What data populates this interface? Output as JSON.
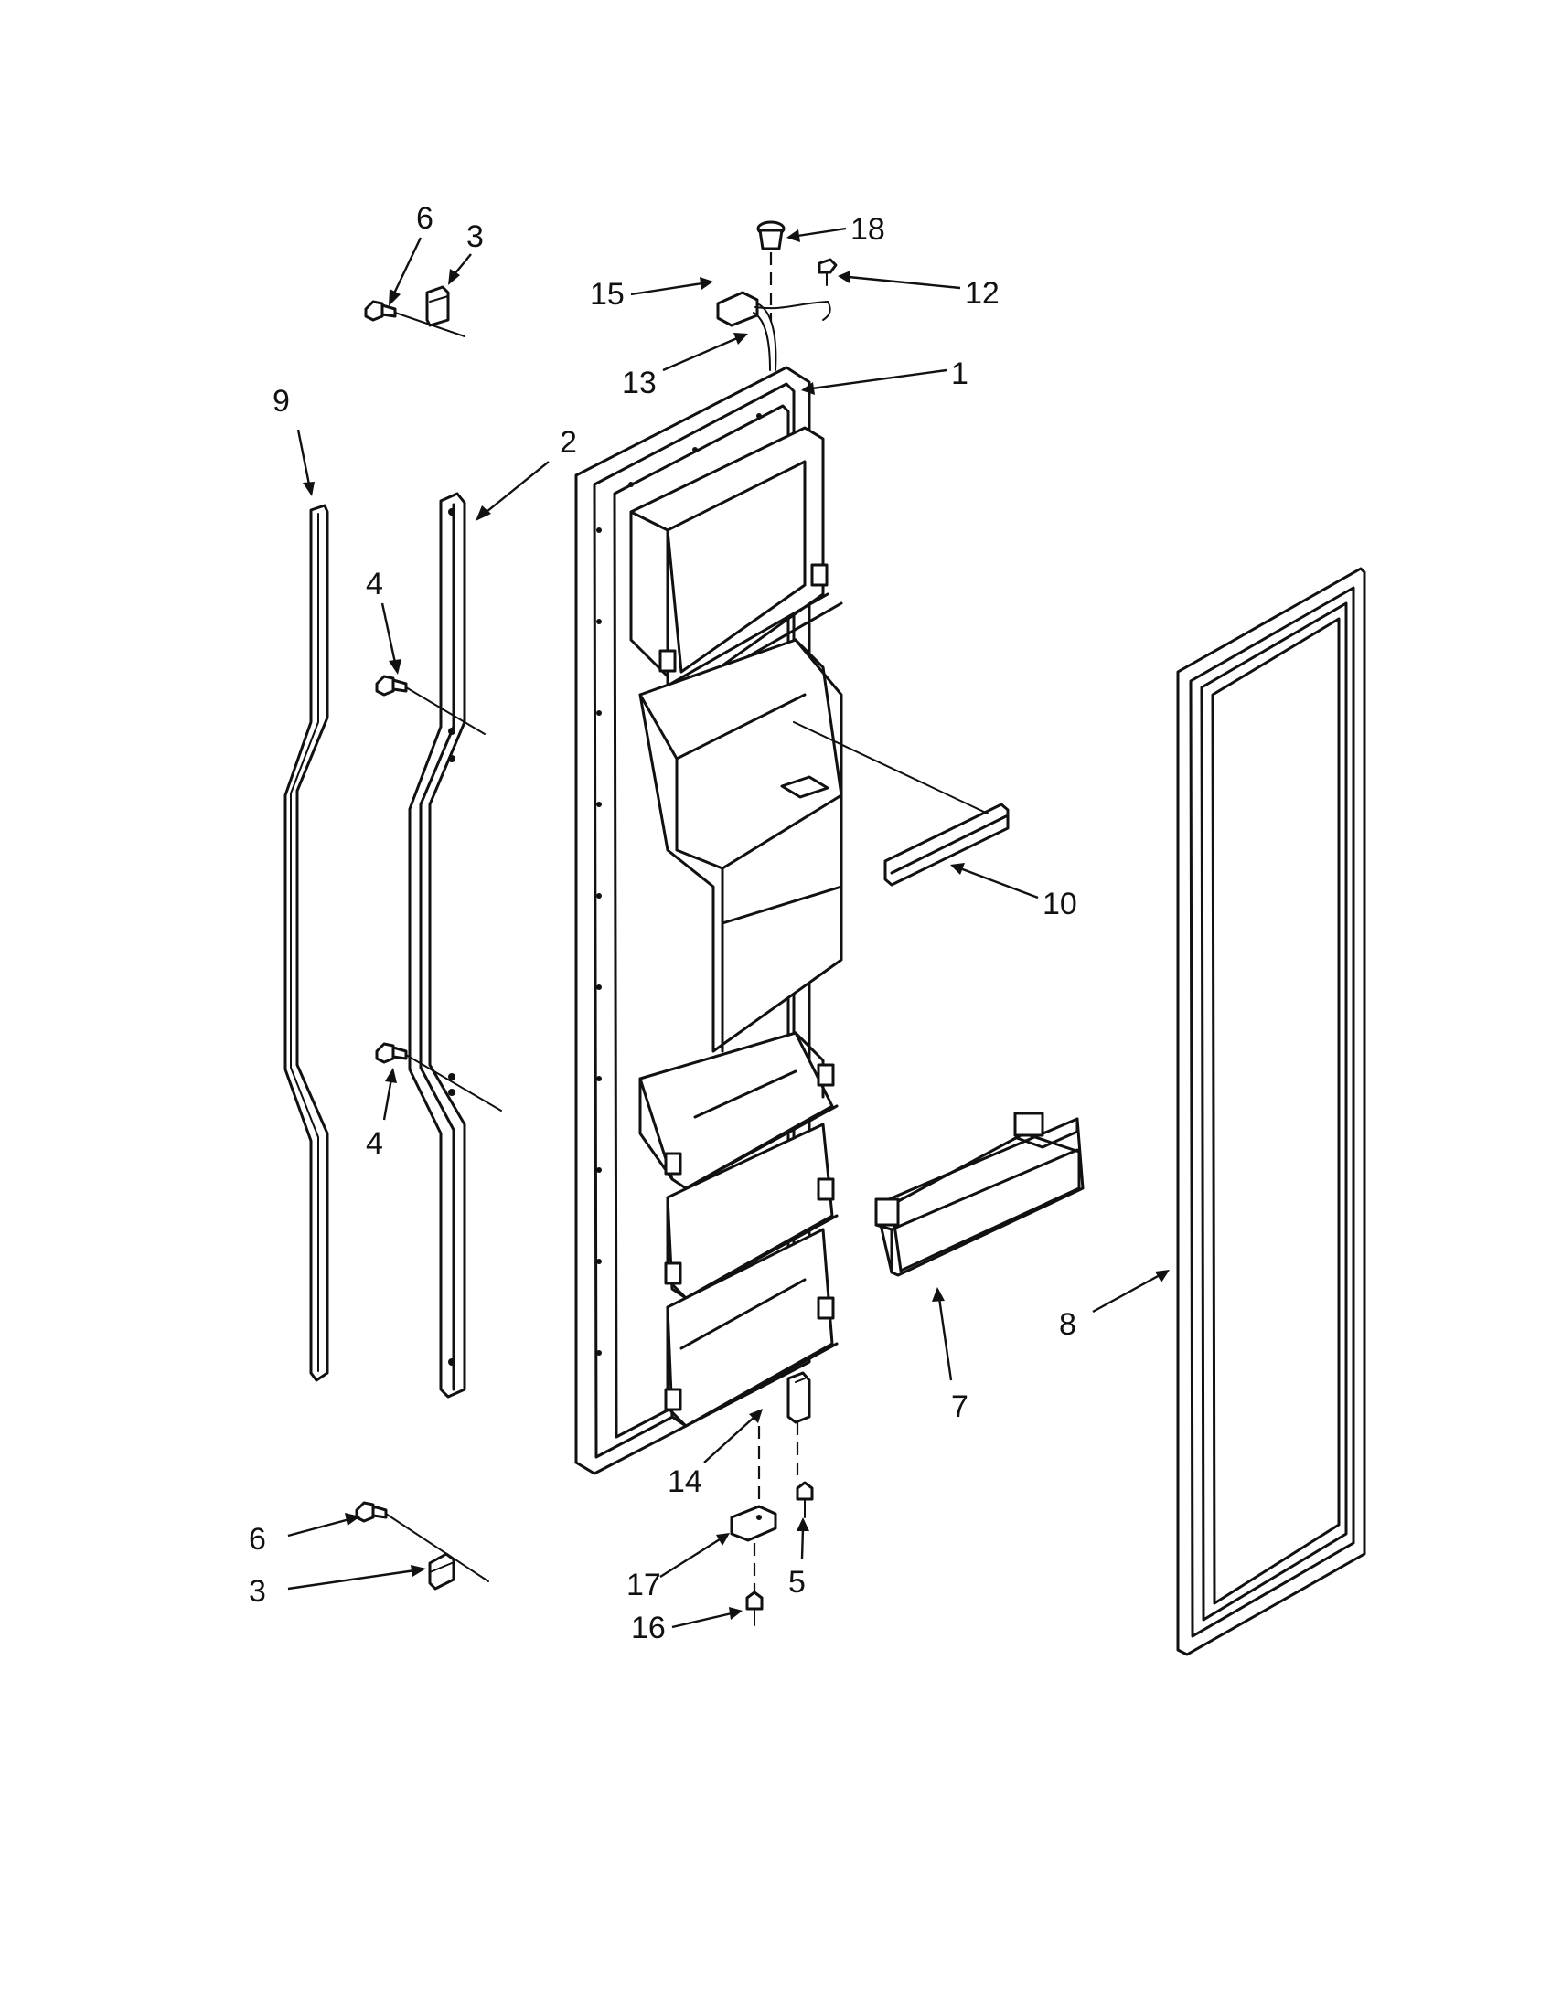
{
  "callouts": [
    {
      "id": "c1",
      "label": "1"
    },
    {
      "id": "c2",
      "label": "2"
    },
    {
      "id": "c3a",
      "label": "3"
    },
    {
      "id": "c3b",
      "label": "3"
    },
    {
      "id": "c4a",
      "label": "4"
    },
    {
      "id": "c4b",
      "label": "4"
    },
    {
      "id": "c5",
      "label": "5"
    },
    {
      "id": "c6a",
      "label": "6"
    },
    {
      "id": "c6b",
      "label": "6"
    },
    {
      "id": "c7",
      "label": "7"
    },
    {
      "id": "c8",
      "label": "8"
    },
    {
      "id": "c9",
      "label": "9"
    },
    {
      "id": "c10",
      "label": "10"
    },
    {
      "id": "c12",
      "label": "12"
    },
    {
      "id": "c13",
      "label": "13"
    },
    {
      "id": "c14",
      "label": "14"
    },
    {
      "id": "c15",
      "label": "15"
    },
    {
      "id": "c16",
      "label": "16"
    },
    {
      "id": "c17",
      "label": "17"
    },
    {
      "id": "c18",
      "label": "18"
    }
  ]
}
